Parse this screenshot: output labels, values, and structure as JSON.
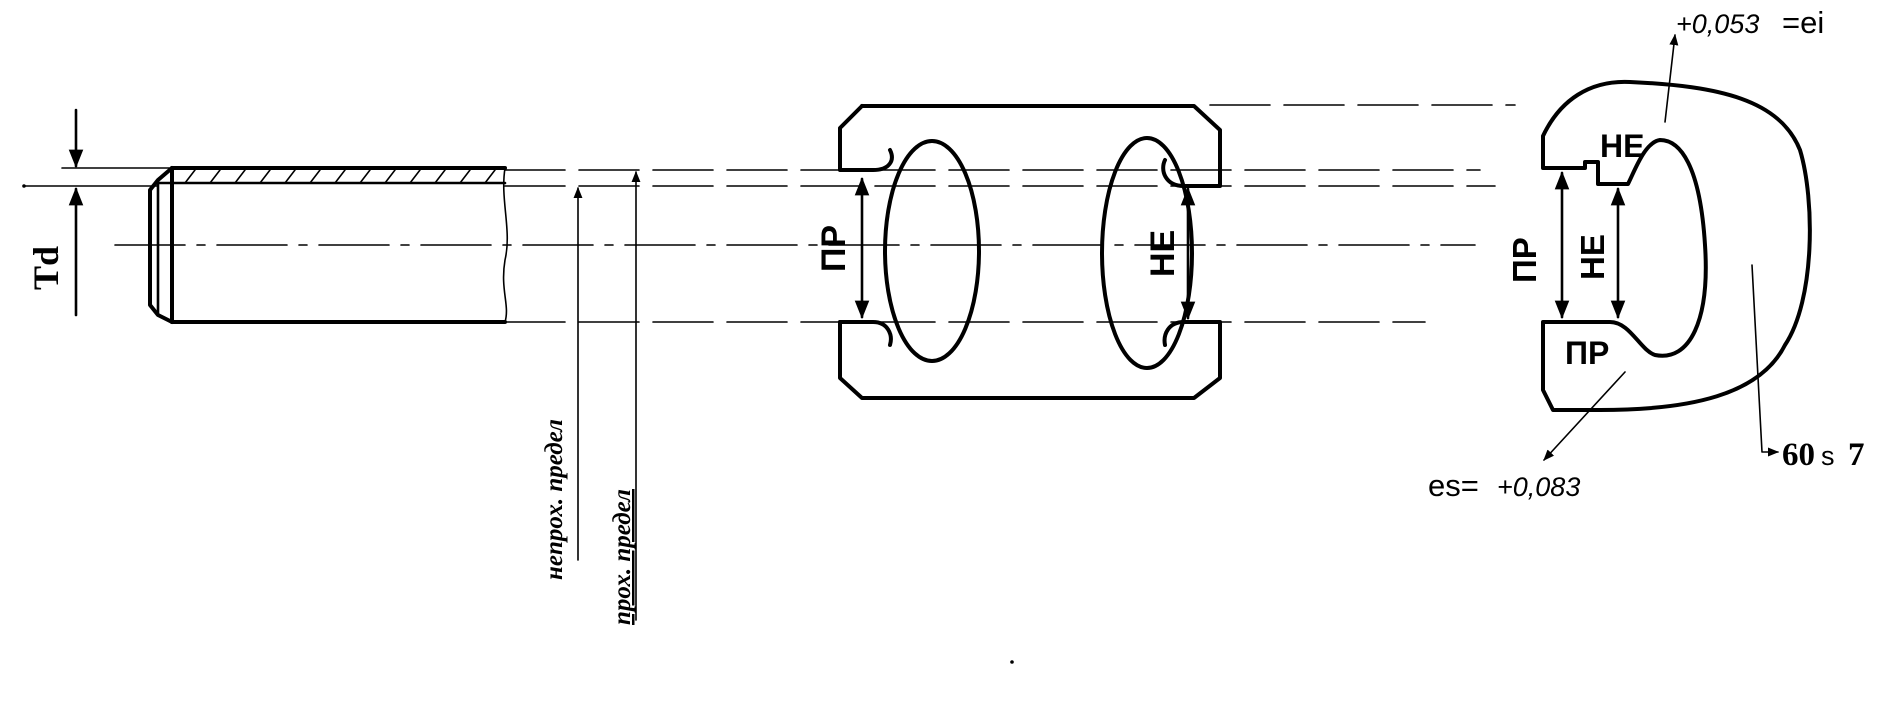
{
  "labels": {
    "td": "Td",
    "nonpass_limit": "непрох. предел",
    "pass_limit": "прох. предел",
    "gauge1_go": "ПР",
    "gauge1_nogo": "НЕ",
    "gauge2_go_vertical": "ПР",
    "gauge2_nogo_vertical": "НЕ",
    "gauge2_nogo_top": "НЕ",
    "gauge2_go_bottom": "ПР",
    "size_main": "60",
    "size_fit": "s",
    "size_grade": "7",
    "ei_value": "+0,053",
    "ei_symbol": "=ei",
    "es_symbol": "es=",
    "es_value": "+0,083"
  }
}
